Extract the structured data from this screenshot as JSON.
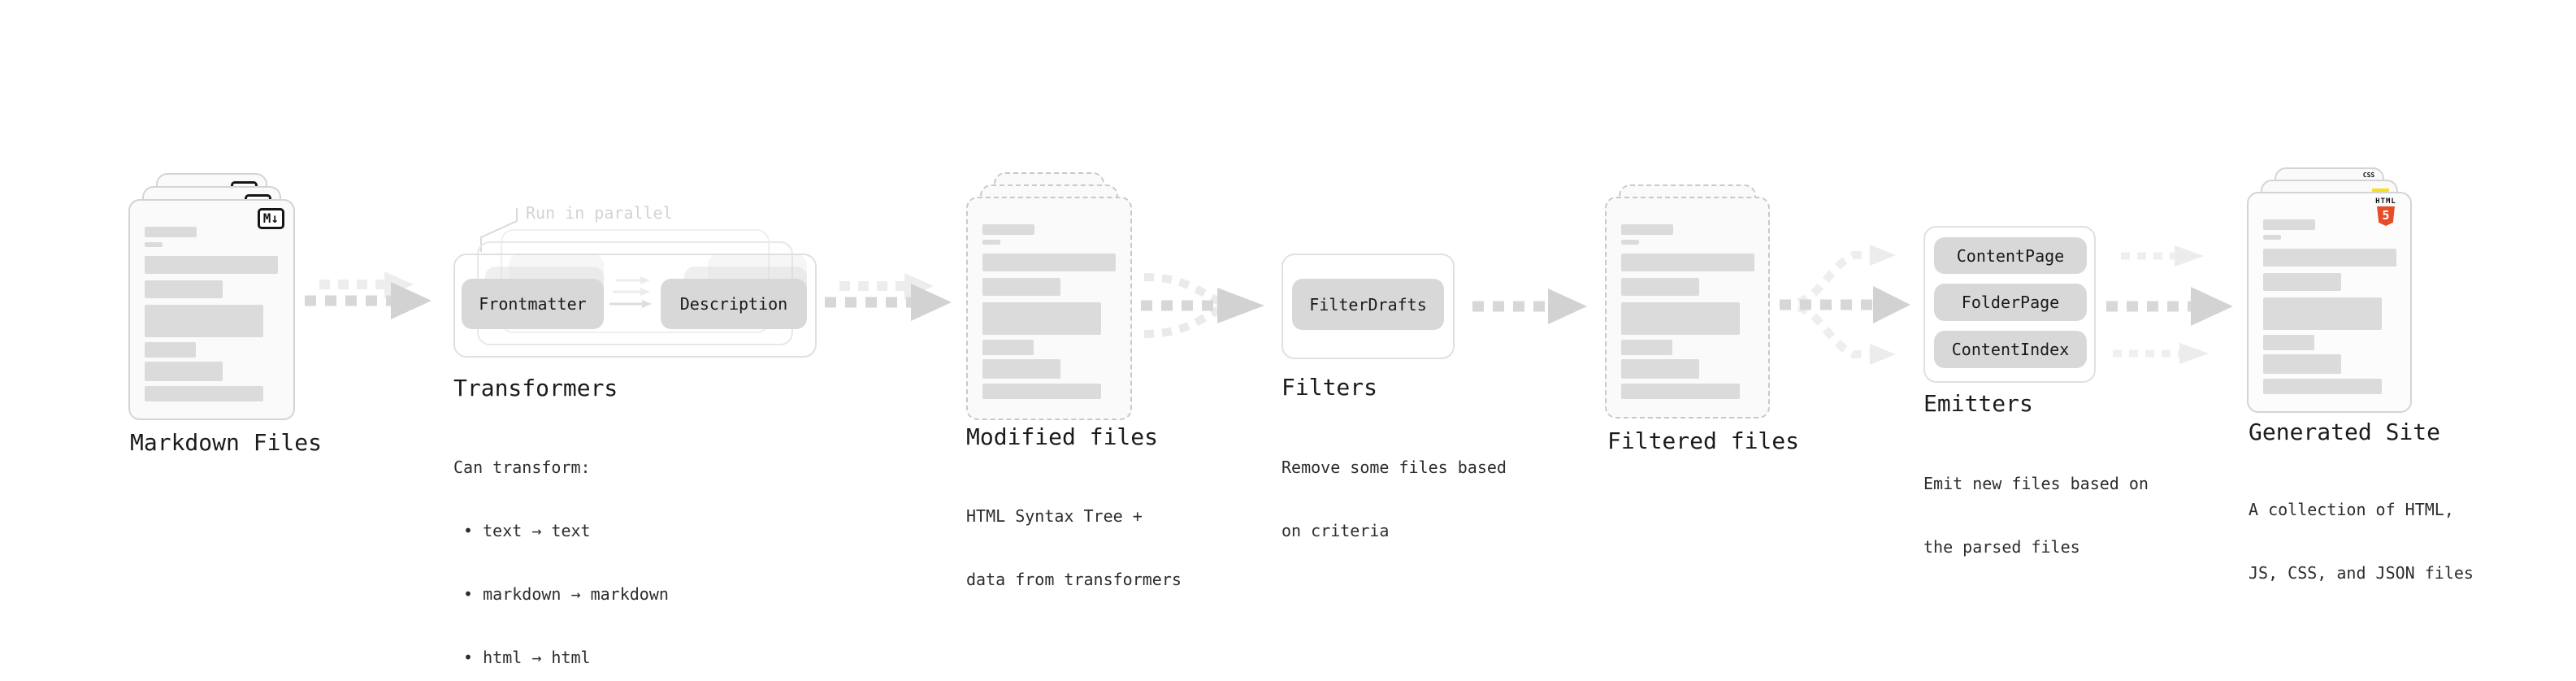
{
  "diagram": {
    "markdown_files": {
      "label": "Markdown Files"
    },
    "transformers": {
      "label": "Transformers",
      "annotation": "Run in parallel",
      "node_frontmatter": "Frontmatter",
      "node_description": "Description",
      "desc": [
        "Can transform:",
        " • text → text",
        " • markdown → markdown",
        " • html → html"
      ]
    },
    "modified_files": {
      "label": "Modified files",
      "desc": [
        "HTML Syntax Tree +",
        "data from transformers"
      ]
    },
    "filters": {
      "label": "Filters",
      "node_filterdrafts": "FilterDrafts",
      "desc": [
        "Remove some files based",
        "on criteria"
      ]
    },
    "filtered_files": {
      "label": "Filtered files"
    },
    "emitters": {
      "label": "Emitters",
      "node_contentpage": "ContentPage",
      "node_folderpage": "FolderPage",
      "node_contentindex": "ContentIndex",
      "desc": [
        "Emit new files based on",
        "the parsed files"
      ]
    },
    "generated_site": {
      "label": "Generated Site",
      "desc": [
        "A collection of HTML,",
        "JS, CSS, and JSON files"
      ]
    }
  },
  "icons": {
    "markdown": {
      "glyph": "M↓"
    },
    "html5": {
      "text": "HTML",
      "glyph": "5",
      "color": "#e44d26"
    },
    "js": {
      "color": "#f7df1e"
    },
    "css": {
      "text": "CSS",
      "color": "#2b62f1"
    }
  },
  "colors": {
    "background": "#ffffff",
    "heading_text": "#1b1b1b",
    "body_text": "#2d2d2d",
    "annotation_text": "#d3d3d3",
    "node_fill": "#d8d8d8",
    "card_fill": "#fafafa",
    "card_border": "#d4d4d4",
    "dashed_card_border": "#c9c9c9",
    "frame_border": "#e0e0e0",
    "arrow": "#d7d7d7",
    "arrow_faint": "#ededed",
    "skeleton_bar": "#dbdbdb"
  }
}
